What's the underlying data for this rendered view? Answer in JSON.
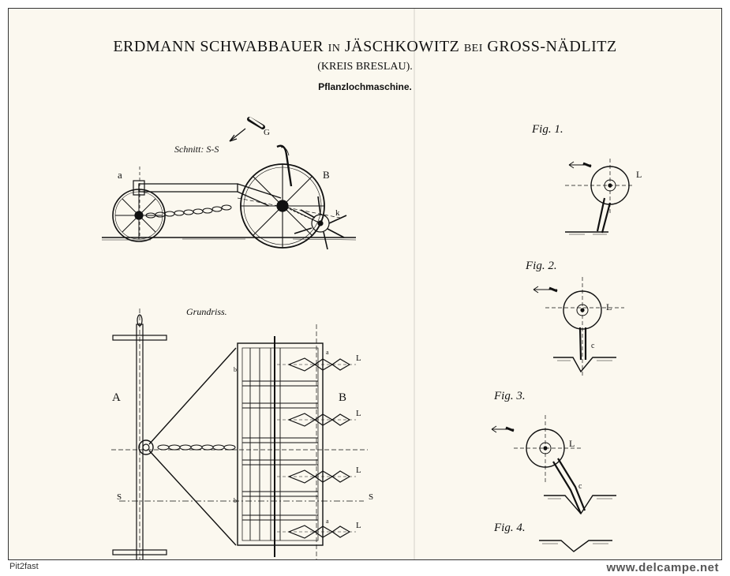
{
  "header": {
    "author": "ERDMANN SCHWABBAUER",
    "in": "IN",
    "place": "JÄSCHKOWITZ",
    "bei": "BEI",
    "town": "GROSS-NÄDLITZ",
    "district": "(KREIS BRESLAU).",
    "machine_name": "Pflanzlochmaschine."
  },
  "views": {
    "section_label": "Schnitt: S-S",
    "plan_label": "Grundriss.",
    "label_a": "a",
    "label_b": "B",
    "label_g": "G",
    "label_k": "k",
    "label_s": "S",
    "label_a_big": "A",
    "label_l": "L",
    "label_b_small": "b",
    "label_a_small": "a"
  },
  "figures": [
    {
      "label": "Fig. 1.",
      "wheel": "L"
    },
    {
      "label": "Fig. 2.",
      "wheel": "L",
      "part": "c"
    },
    {
      "label": "Fig. 3.",
      "wheel": "L",
      "part": "c"
    },
    {
      "label": "Fig. 4."
    }
  ],
  "footer": {
    "watermark_left": "Pit2fast",
    "watermark_right": "www.delcampe.net"
  }
}
